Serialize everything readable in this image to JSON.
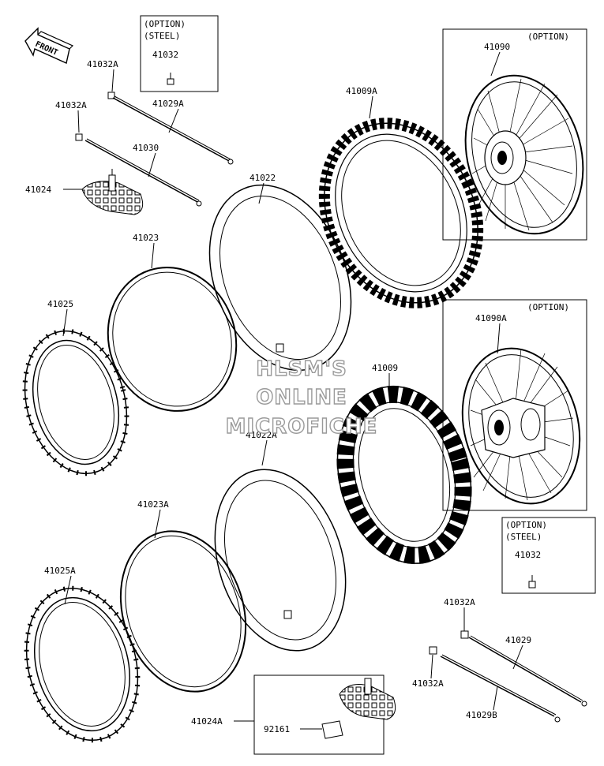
{
  "front_arrow": {
    "label": "FRONT"
  },
  "option_boxes": {
    "top_steel": {
      "line1": "(OPTION)",
      "line2": "(STEEL)",
      "part": "41032"
    },
    "front_wheel": {
      "line1": "(OPTION)"
    },
    "rear_wheel": {
      "line1": "(OPTION)"
    },
    "right_steel": {
      "line1": "(OPTION)",
      "line2": "(STEEL)",
      "part": "41032"
    }
  },
  "parts": {
    "p41032A_top": "41032A",
    "p41029A": "41029A",
    "p41032A_2": "41032A",
    "p41030": "41030",
    "p41024": "41024",
    "p41022": "41022",
    "p41009A": "41009A",
    "p41090": "41090",
    "p41023": "41023",
    "p41025": "41025",
    "p41090A": "41090A",
    "p41009": "41009",
    "p41022A": "41022A",
    "p41023A": "41023A",
    "p41025A": "41025A",
    "p41032A_r1": "41032A",
    "p41029": "41029",
    "p41032A_r2": "41032A",
    "p41029B": "41029B",
    "p41024A": "41024A",
    "p92161": "92161"
  },
  "watermark": {
    "line1": "HLSM'S",
    "line2": "ONLINE",
    "line3": "MICROFICHE"
  }
}
